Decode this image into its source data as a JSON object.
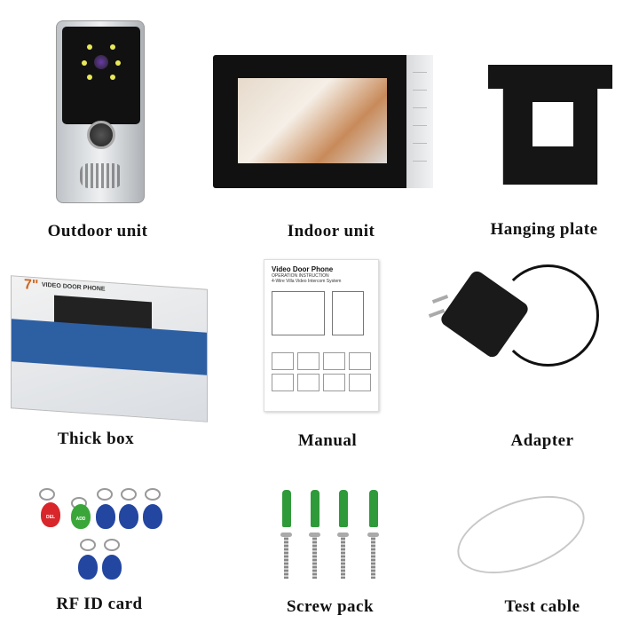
{
  "items": [
    {
      "label": "Outdoor unit"
    },
    {
      "label": "Indoor unit"
    },
    {
      "label": "Hanging plate"
    },
    {
      "label": "Thick box"
    },
    {
      "label": "Manual"
    },
    {
      "label": "Adapter"
    },
    {
      "label": "RF ID card"
    },
    {
      "label": "Screw pack"
    },
    {
      "label": "Test cable"
    }
  ],
  "box": {
    "size": "7\"",
    "title": "VIDEO DOOR PHONE"
  },
  "manual": {
    "title": "Video Door Phone",
    "subtitle": "OPERATION INSTRUCTION",
    "subtitle2": "4-Wire Villa Video Intercom System"
  },
  "rfid": {
    "tag_del": "DEL",
    "tag_add": "ADD"
  },
  "colors": {
    "tag_blue": "#2346a0",
    "tag_red": "#d8262a",
    "tag_green": "#3aa63a",
    "anchor_green": "#2f9a3a"
  }
}
